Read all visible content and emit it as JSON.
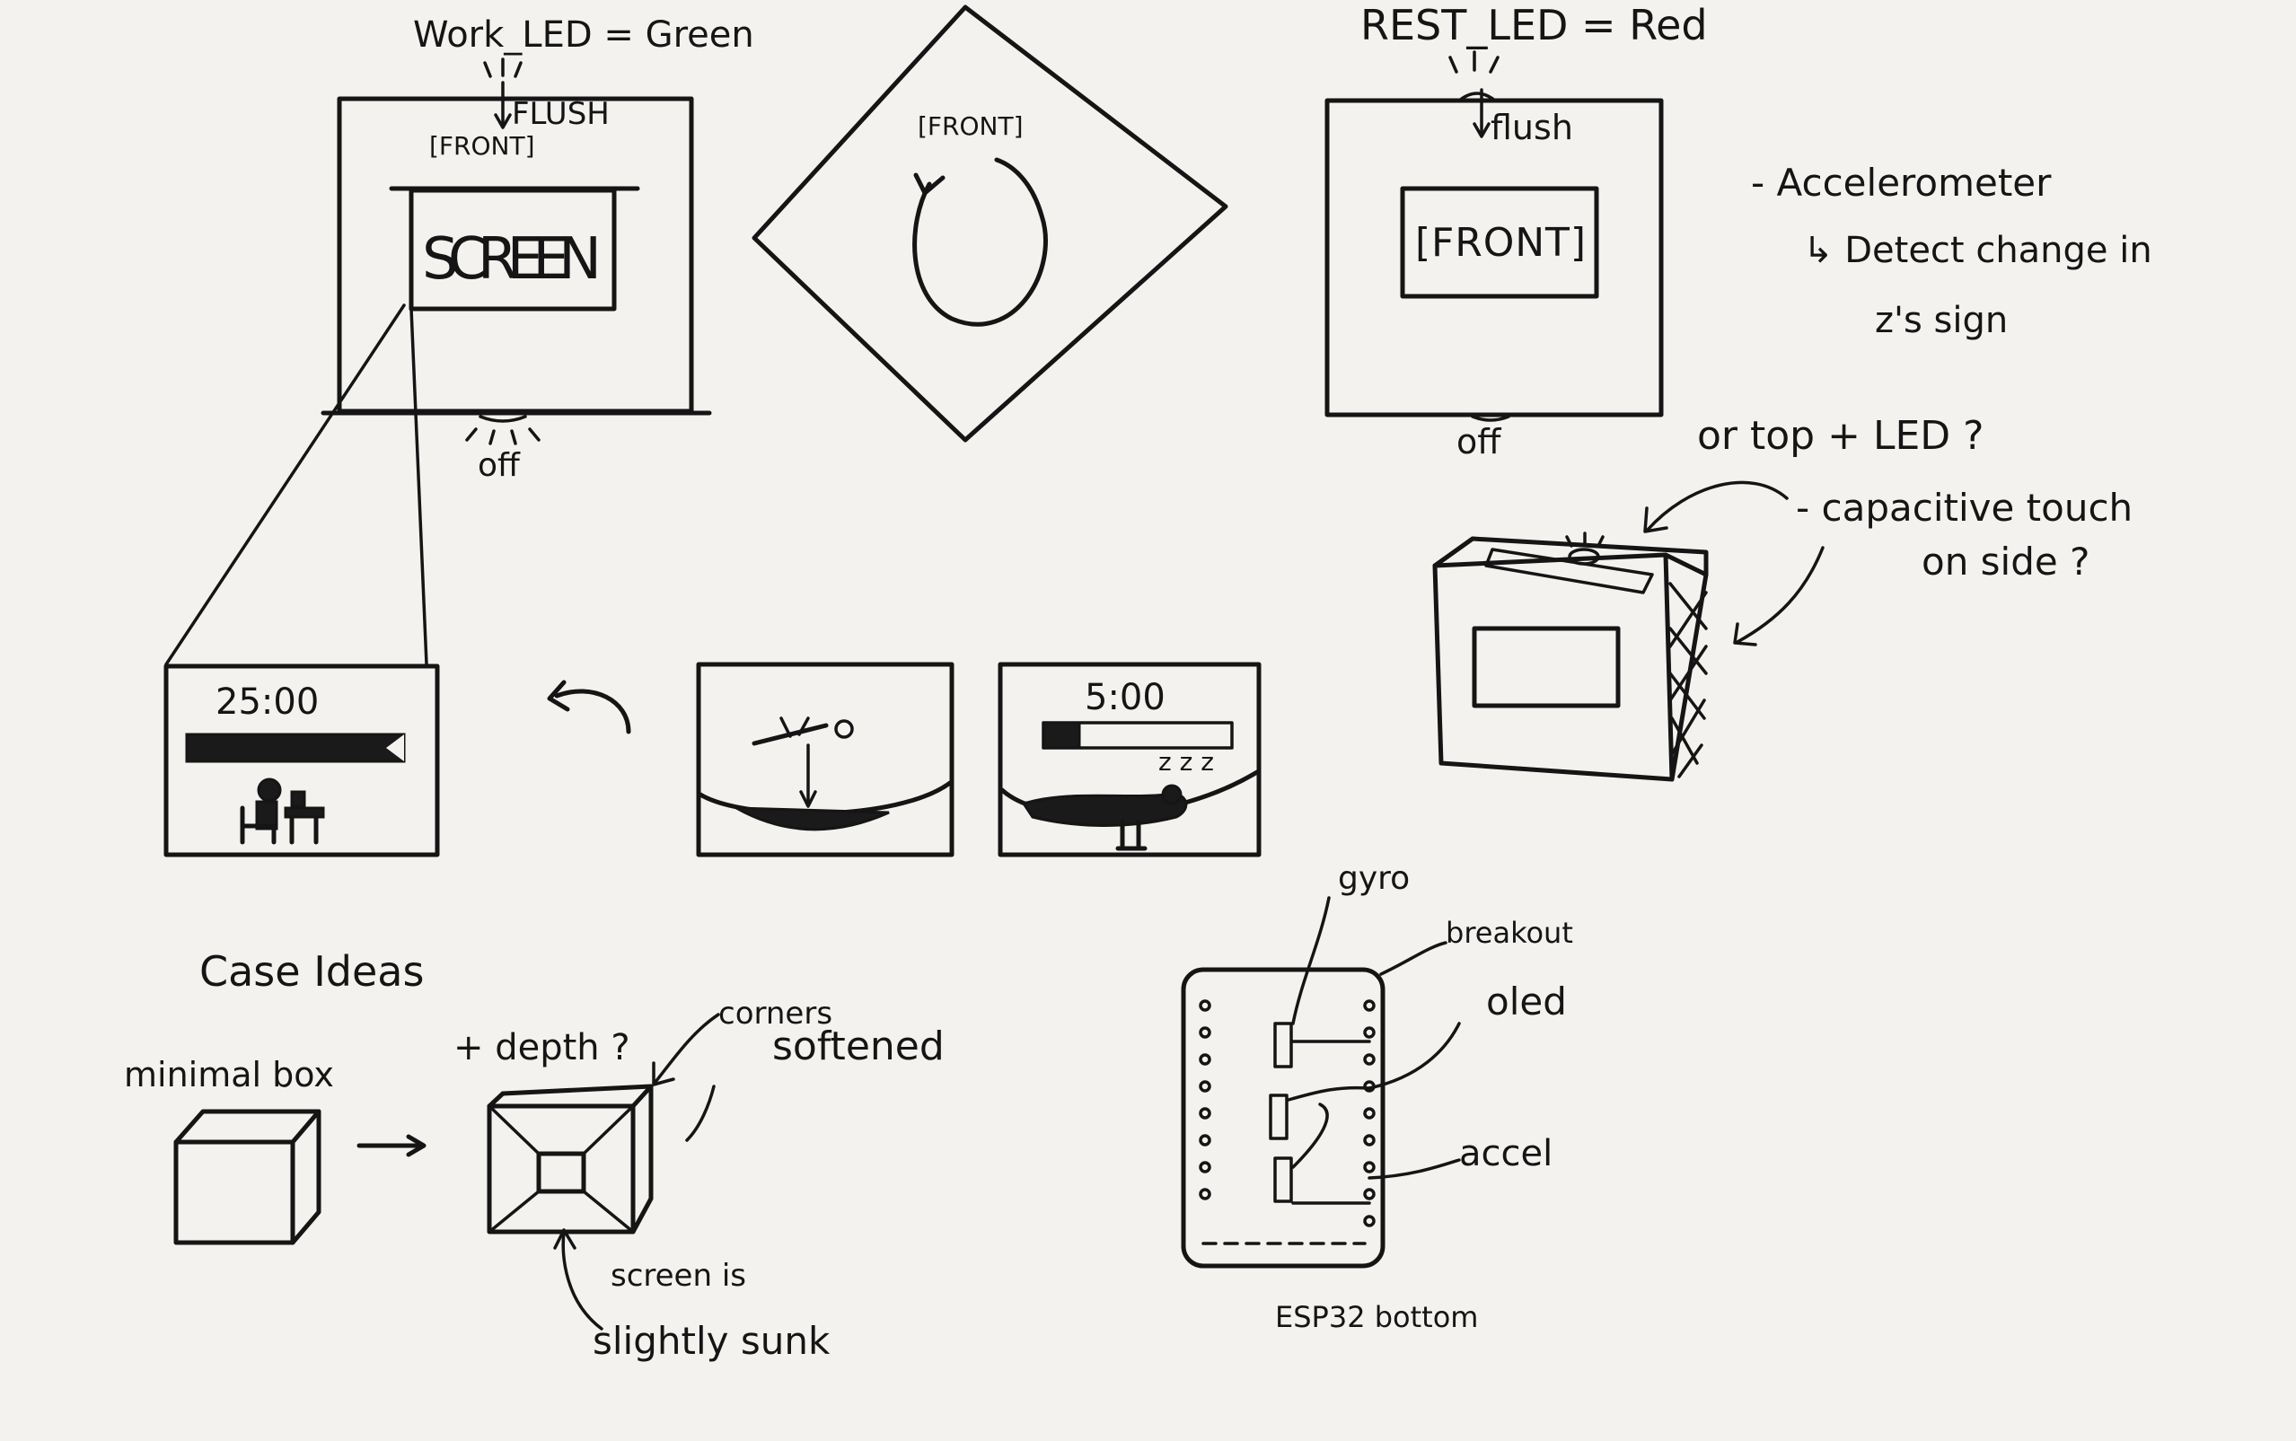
{
  "labels": {
    "work_led": "Work_LED = Green",
    "rest_led": "REST_LED = Red",
    "flush_left": "FLUSH",
    "flush_right": "flush",
    "front_left": "[FRONT]",
    "front_center": "[FRONT]",
    "front_right": "[FRONT]",
    "screen": "SCREEN",
    "off_left": "off",
    "off_right": "off",
    "accelerometer": "- Accelerometer",
    "detect_change": "↳ Detect change in",
    "z_sign": "z's  sign",
    "or_top_led": "or top + LED ?",
    "capacitive_touch": "- capacitive touch",
    "on_side": "on side ?",
    "timer_work": "25:00",
    "timer_rest": "5:00",
    "zzz": "z z z",
    "case_ideas": "Case  Ideas",
    "minimal_box": "minimal box",
    "plus_depth": "+ depth ?",
    "corners": "corners",
    "softened": "softened",
    "screen_is": "screen is",
    "slightly_sunk": "slightly  sunk",
    "gyro": "gyro",
    "breakout": "breakout",
    "oled": "oled",
    "accel": "accel",
    "esp32_bottom": "ESP32 bottom"
  },
  "icons": {
    "work_person": "person-at-desk-icon",
    "falling_person": "falling-into-hammock-icon",
    "sleeping_person": "sleeping-in-hammock-icon"
  },
  "colors": {
    "paper": "#f3f2ef",
    "ink": "#151515"
  }
}
